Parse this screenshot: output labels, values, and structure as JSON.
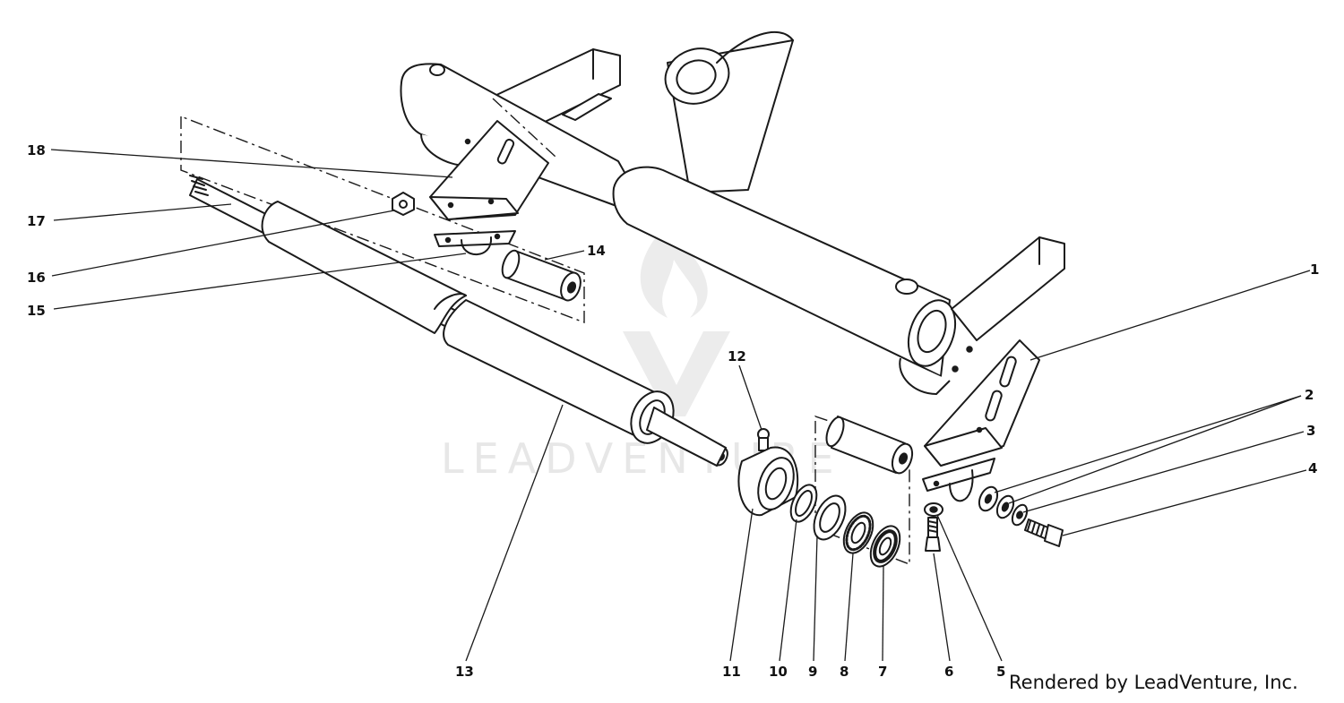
{
  "watermark": {
    "text": "LEADVENTURE"
  },
  "credit": "Rendered by LeadVenture, Inc.",
  "callouts": [
    {
      "id": "1",
      "label": "1"
    },
    {
      "id": "2",
      "label": "2"
    },
    {
      "id": "3",
      "label": "3"
    },
    {
      "id": "4",
      "label": "4"
    },
    {
      "id": "5",
      "label": "5"
    },
    {
      "id": "6",
      "label": "6"
    },
    {
      "id": "7",
      "label": "7"
    },
    {
      "id": "8",
      "label": "8"
    },
    {
      "id": "9",
      "label": "9"
    },
    {
      "id": "10",
      "label": "10"
    },
    {
      "id": "11",
      "label": "11"
    },
    {
      "id": "12",
      "label": "12"
    },
    {
      "id": "13",
      "label": "13"
    },
    {
      "id": "14",
      "label": "14"
    },
    {
      "id": "15",
      "label": "15"
    },
    {
      "id": "16",
      "label": "16"
    },
    {
      "id": "17",
      "label": "17"
    },
    {
      "id": "18",
      "label": "18"
    }
  ]
}
